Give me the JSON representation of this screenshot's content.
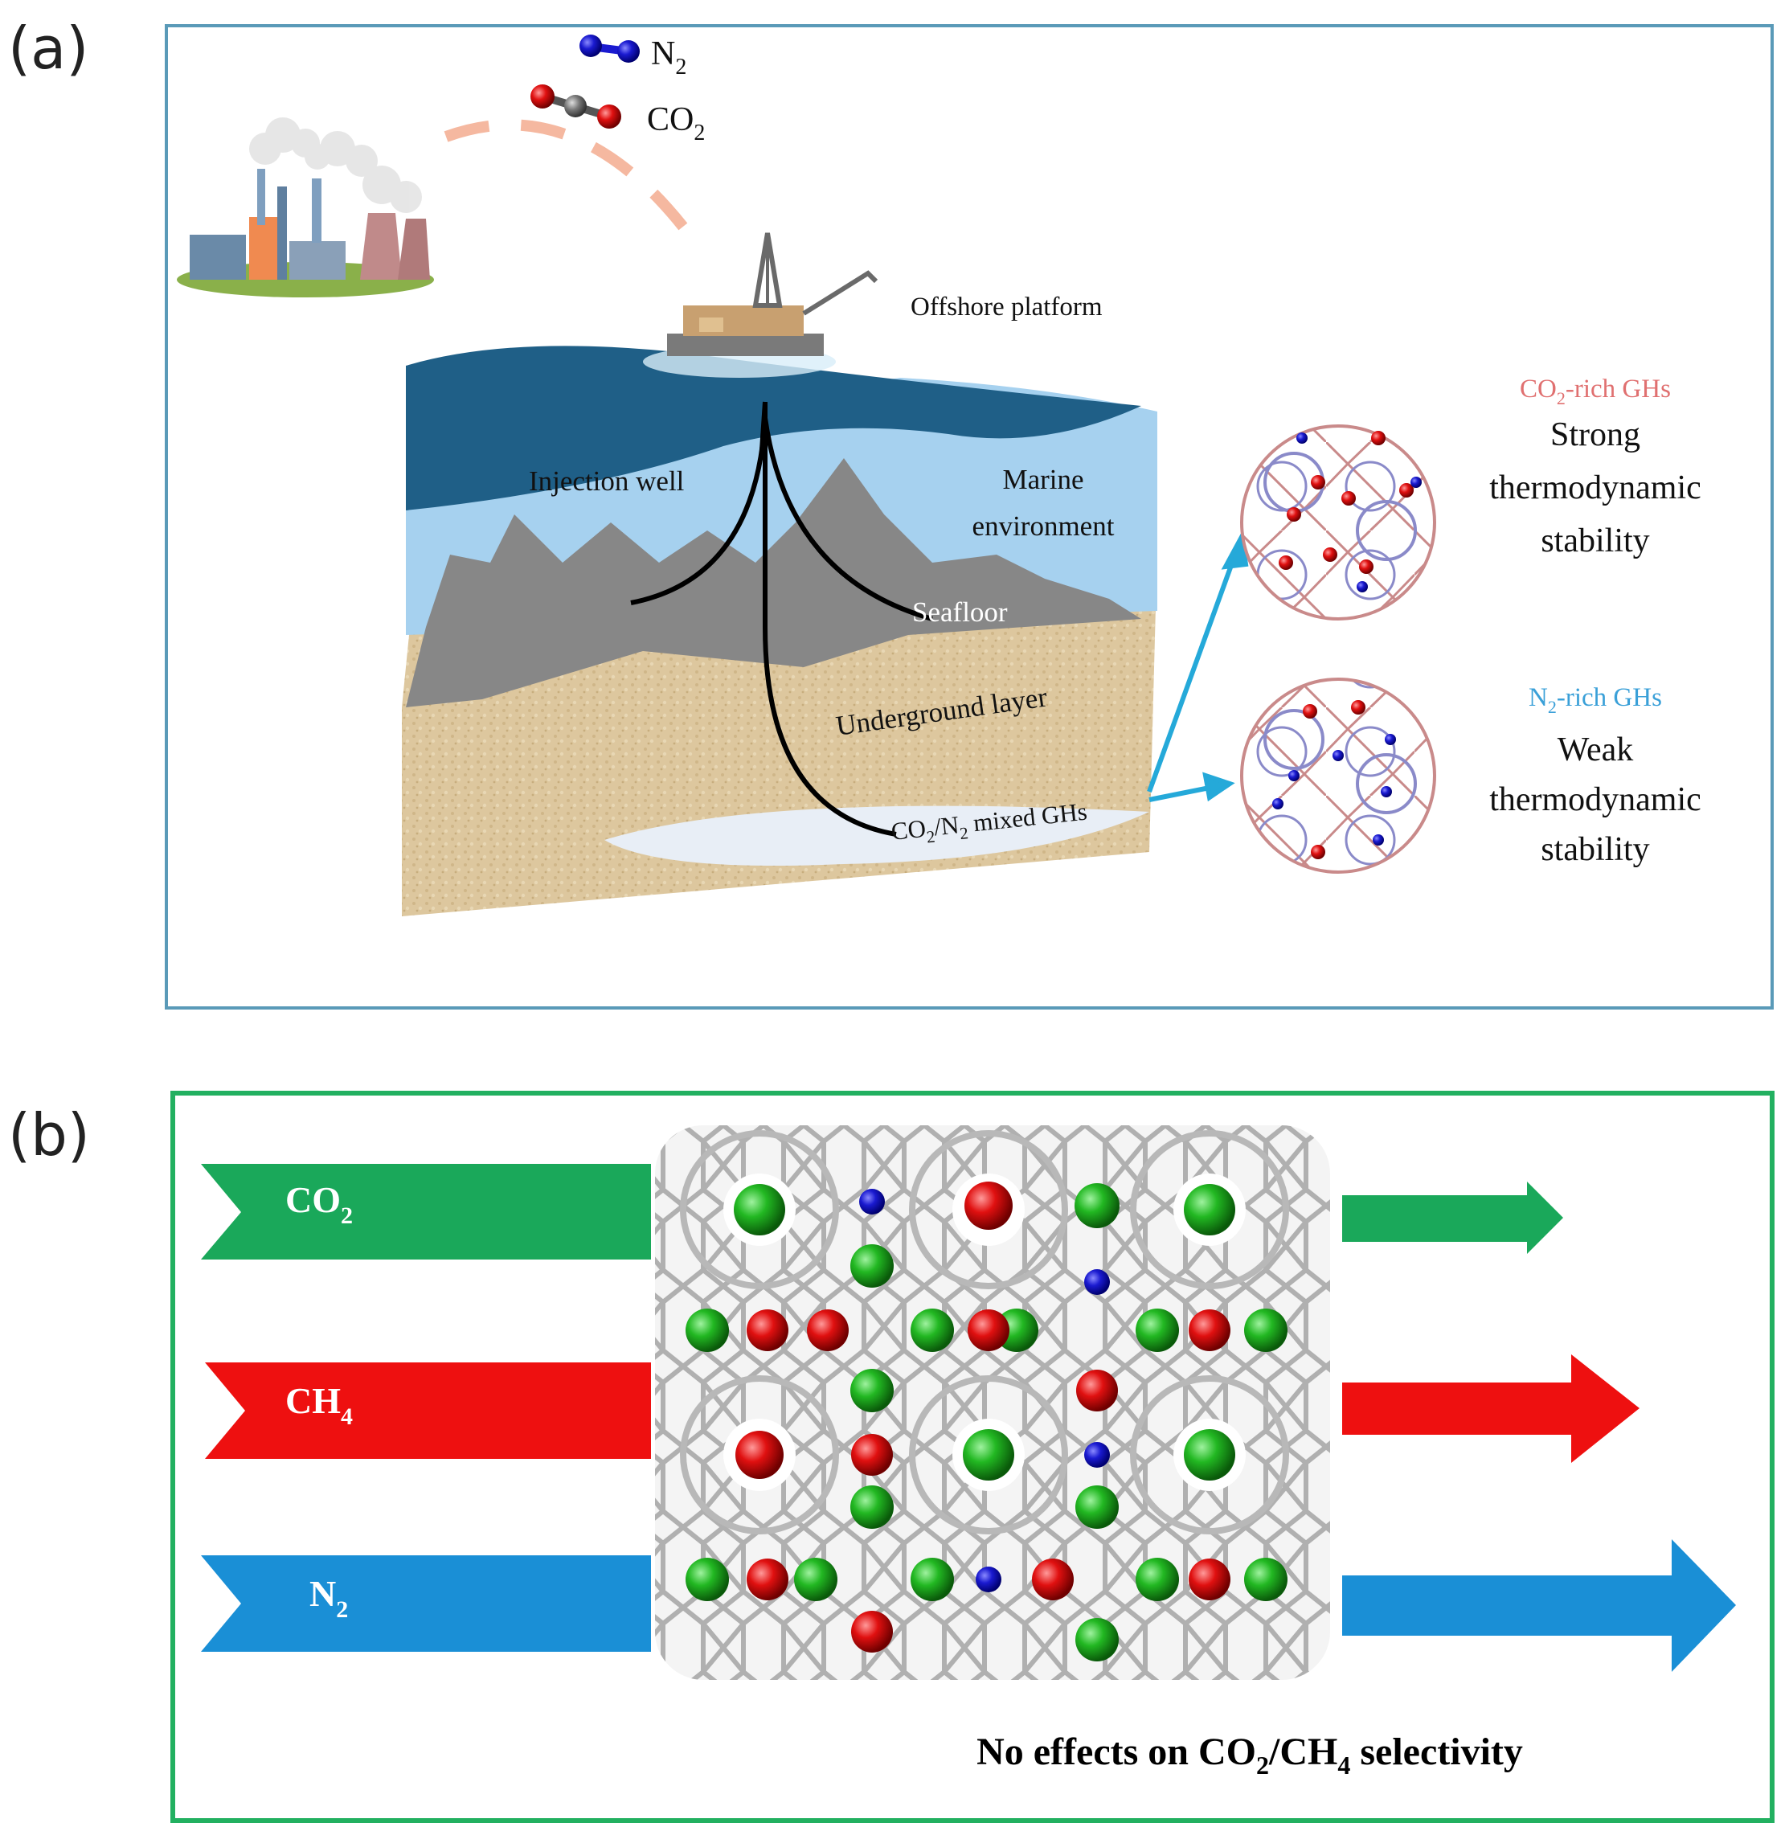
{
  "panel_a": {
    "label": "(a)",
    "gas_n2": {
      "main": "N",
      "sub": "2"
    },
    "gas_co2": {
      "main": "CO",
      "sub": "2"
    },
    "offshore_platform": "Offshore platform",
    "injection_well": "Injection well",
    "marine_environment_line1": "Marine",
    "marine_environment_line2": "environment",
    "seafloor": "Seafloor",
    "underground_layer": "Underground layer",
    "mixed_ghs": {
      "p1": "CO",
      "s1": "2",
      "p2": "/N",
      "s2": "2",
      "p3": " mixed GHs"
    },
    "co2_rich": {
      "main": "CO",
      "sub": "2",
      "rest": "-rich GHs",
      "color": "#e07070"
    },
    "co2_stability_1": "Strong",
    "co2_stability_2": "thermodynamic",
    "co2_stability_3": "stability",
    "n2_rich": {
      "main": "N",
      "sub": "2",
      "rest": "-rich GHs",
      "color": "#3aa0d8"
    },
    "n2_stability_1": "Weak",
    "n2_stability_2": "thermodynamic",
    "n2_stability_3": "stability",
    "border_color": "#5a9ab8"
  },
  "panel_b": {
    "label": "(b)",
    "arrow_co2": {
      "main": "CO",
      "sub": "2",
      "color": "#1aa85a"
    },
    "arrow_ch4": {
      "main": "CH",
      "sub": "4",
      "color": "#ee1010"
    },
    "arrow_n2": {
      "main": "N",
      "sub": "2",
      "color": "#1a8fd6"
    },
    "caption": {
      "p1": "No effects on CO",
      "s1": "2",
      "p2": "/CH",
      "s2": "4",
      "p3": " selectivity"
    },
    "border_color": "#22b060"
  }
}
